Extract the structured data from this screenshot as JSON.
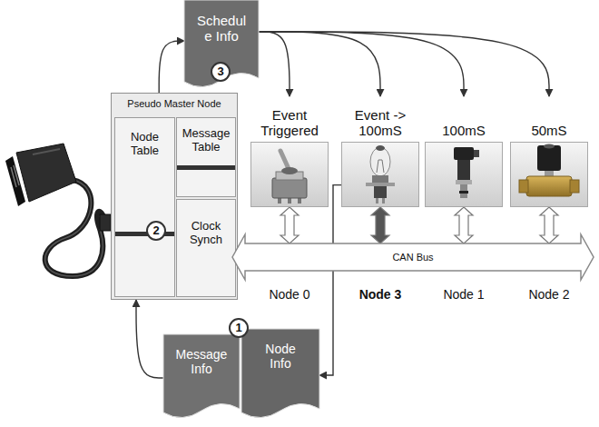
{
  "diagram": {
    "nodes": [
      {
        "text": [
          "Schedul e Info"
        ]
      },
      {
        "text": [
          "Event Triggered"
        ]
      },
      {
        "text": [
          "Event -> 100mS"
        ]
      },
      {
        "text": [
          "100mS"
        ]
      },
      {
        "text": [
          "50mS"
        ]
      },
      {
        "text": [
          "Pseudo Master Node"
        ]
      },
      {
        "text": [
          "Node Table"
        ],
        "in": 5
      },
      {
        "text": [
          "Message Table"
        ],
        "in": 5
      },
      {
        "text": [
          "Clock Synch"
        ],
        "in": 5
      },
      {
        "text": [
          "CAN Bus"
        ]
      },
      {
        "text": [
          "Message Info"
        ]
      },
      {
        "text": [
          "Node Info"
        ]
      }
    ],
    "edges": [
      {
        "from": 0,
        "to": 1,
        "arrow": "to"
      },
      {
        "from": 0,
        "to": 2,
        "arrow": "to"
      },
      {
        "from": 0,
        "to": 3,
        "arrow": "to"
      },
      {
        "from": 0,
        "to": 4,
        "arrow": "to"
      },
      {
        "from": 5,
        "to": 0,
        "arrow": "to"
      },
      {
        "from": 10,
        "to": 5,
        "arrow": "to"
      },
      {
        "from": 2,
        "to": 11,
        "arrow": "to"
      },
      {
        "from": 1,
        "to": 9,
        "arrow": "both"
      },
      {
        "from": 2,
        "to": 9,
        "arrow": "both"
      },
      {
        "from": 3,
        "to": 9,
        "arrow": "both"
      },
      {
        "from": 4,
        "to": 9,
        "arrow": "both"
      }
    ],
    "labels": [
      "3",
      "2",
      "Node 0",
      "Node 3",
      "Node 1",
      "Node 2",
      "1"
    ]
  }
}
